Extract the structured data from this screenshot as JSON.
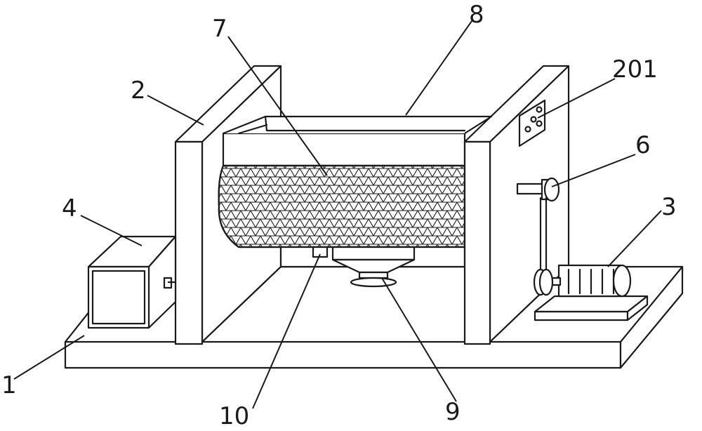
{
  "diagram": {
    "labels": {
      "base": "1",
      "left_frame": "2",
      "motor": "3",
      "control_box": "4",
      "belt_pulley": "6",
      "mesh_drum": "7",
      "top_frame": "8",
      "discharge_outlet": "9",
      "drain_valve": "10",
      "control_panel": "201"
    },
    "colors": {
      "line": "#1a1a1a",
      "background": "#ffffff"
    }
  }
}
